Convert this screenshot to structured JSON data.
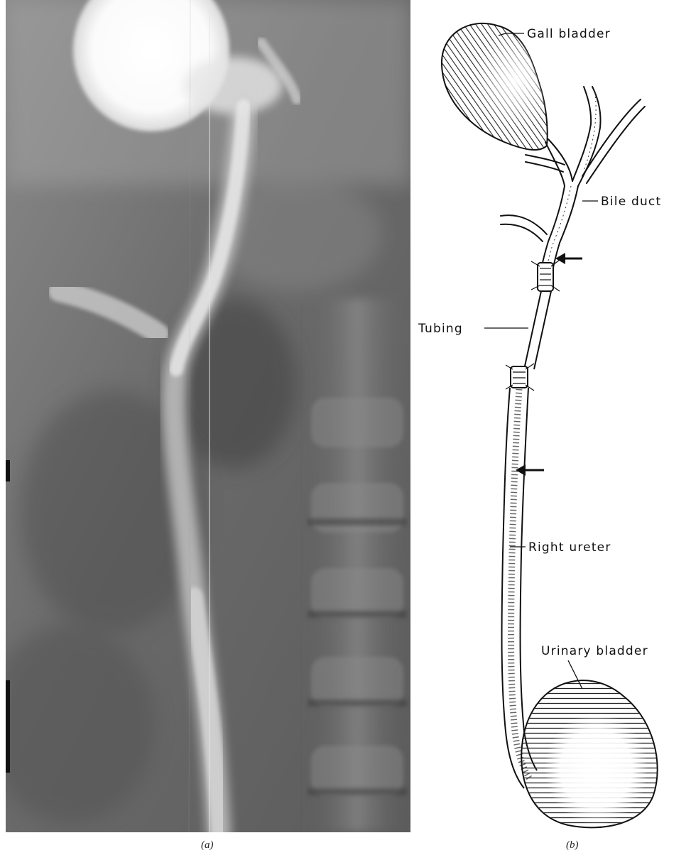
{
  "panels": {
    "a": {
      "caption": "(a)"
    },
    "b": {
      "caption": "(b)",
      "labels": {
        "gall_bladder": "Gall bladder",
        "bile_duct": "Bile duct",
        "tubing": "Tubing",
        "right_ureter": "Right ureter",
        "urinary_bladder": "Urinary bladder"
      }
    }
  }
}
